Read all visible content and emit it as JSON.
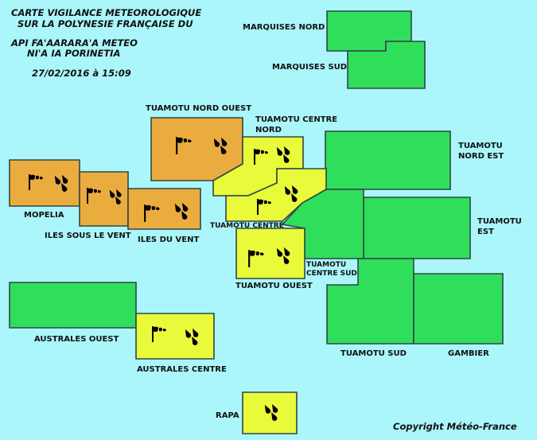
{
  "header": {
    "line1": "CARTE VIGILANCE METEOROLOGIQUE",
    "line2": "SUR LA POLYNESIE FRANÇAISE DU",
    "line3": "API FA'AARARA'A METEO",
    "line4": "NI'A IA PORINETIA",
    "datetime": "27/02/2016 à 15:09"
  },
  "colors": {
    "background": "#abf6fb",
    "green": "#2fdf5b",
    "yellow": "#e8fa3a",
    "orange": "#eaac3f"
  },
  "zones": {
    "marquises_nord": {
      "label": "MARQUISES NORD",
      "level": "green"
    },
    "marquises_sud": {
      "label": "MARQUISES SUD",
      "level": "green"
    },
    "tuamotu_nord_ouest": {
      "label": "TUAMOTU NORD OUEST",
      "level": "orange",
      "icons": [
        "wind-icon",
        "rain-icon"
      ]
    },
    "tuamotu_centre_nord": {
      "label1": "TUAMOTU CENTRE",
      "label2": "NORD",
      "level": "yellow",
      "icons": [
        "wind-icon",
        "rain-icon"
      ]
    },
    "tuamotu_centre": {
      "label": "TUAMOTU CENTRE",
      "level": "yellow",
      "icons": [
        "wind-icon",
        "rain-icon"
      ]
    },
    "tuamotu_nord_est": {
      "label1": "TUAMOTU",
      "label2": "NORD EST",
      "level": "green"
    },
    "tuamotu_est": {
      "label1": "TUAMOTU",
      "label2": "EST",
      "level": "green"
    },
    "tuamotu_centre_sud": {
      "label1": "TUAMOTU",
      "label2": "CENTRE SUD",
      "level": "green"
    },
    "tuamotu_ouest": {
      "label": "TUAMOTU OUEST",
      "level": "yellow",
      "icons": [
        "wind-icon",
        "rain-icon"
      ]
    },
    "tuamotu_sud": {
      "label": "TUAMOTU SUD",
      "level": "green"
    },
    "gambier": {
      "label": "GAMBIER",
      "level": "green"
    },
    "mopelia": {
      "label": "MOPELIA",
      "level": "orange",
      "icons": [
        "wind-icon",
        "rain-icon"
      ]
    },
    "iles_sous_le_vent": {
      "label": "ILES SOUS LE VENT",
      "level": "orange",
      "icons": [
        "wind-icon",
        "rain-icon"
      ]
    },
    "iles_du_vent": {
      "label": "ILES DU VENT",
      "level": "orange",
      "icons": [
        "wind-icon",
        "rain-icon"
      ]
    },
    "australes_ouest": {
      "label": "AUSTRALES OUEST",
      "level": "green"
    },
    "australes_centre": {
      "label": "AUSTRALES CENTRE",
      "level": "yellow",
      "icons": [
        "wind-icon",
        "rain-icon"
      ]
    },
    "rapa": {
      "label": "RAPA",
      "level": "yellow",
      "icons": [
        "rain-icon"
      ]
    }
  },
  "copyright": "Copyright Météo-France"
}
